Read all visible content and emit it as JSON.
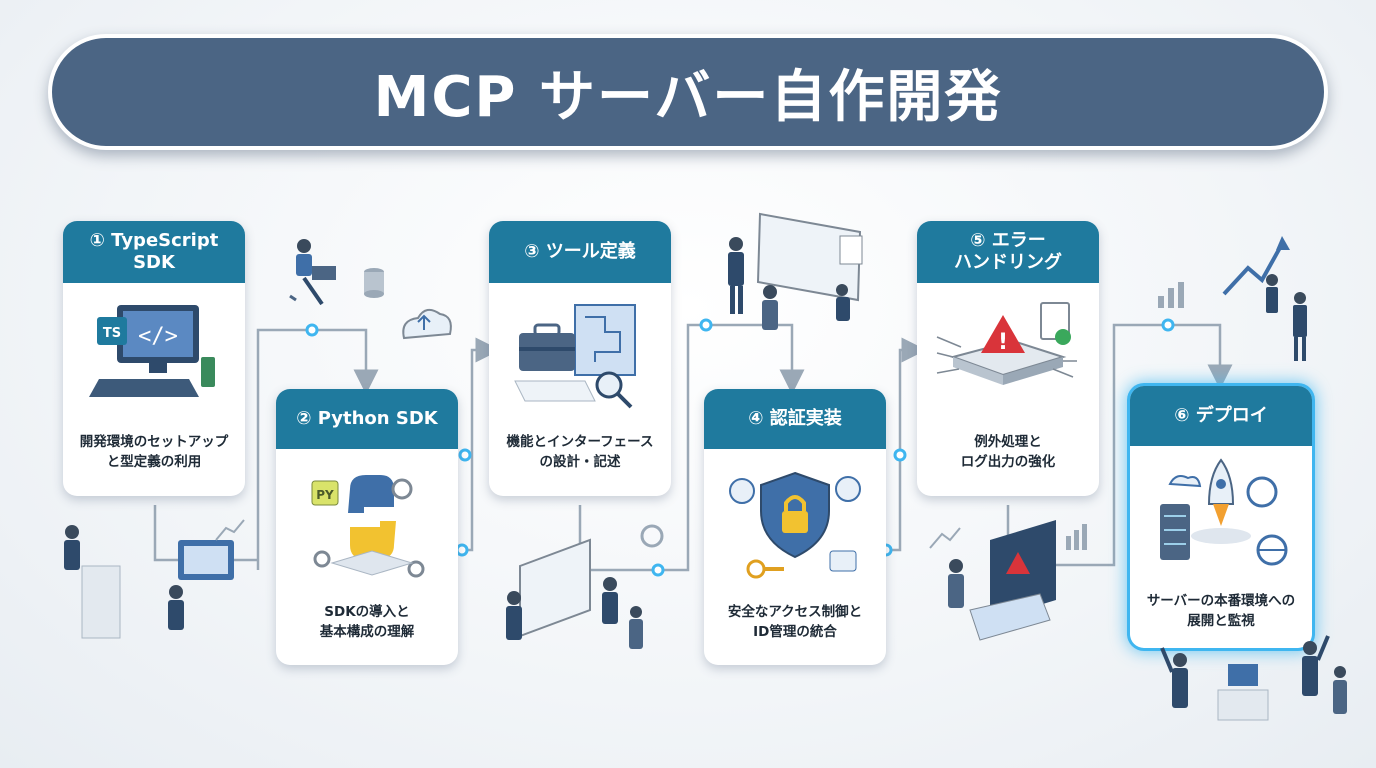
{
  "title": "MCP サーバー自作開発",
  "steps": [
    {
      "heading": "① TypeScript SDK",
      "desc_line1": "開発環境のセットアップ",
      "desc_line2": "と型定義の利用",
      "icon_label": "TS"
    },
    {
      "heading": "② Python SDK",
      "desc_line1": "SDKの導入と",
      "desc_line2": "基本構成の理解",
      "icon_label": "PY"
    },
    {
      "heading": "③ ツール定義",
      "desc_line1": "機能とインターフェース",
      "desc_line2": "の設計・記述"
    },
    {
      "heading": "④ 認証実装",
      "desc_line1": "安全なアクセス制御と",
      "desc_line2": "ID管理の統合"
    },
    {
      "heading": "⑤ エラー ハンドリング",
      "heading_line1": "⑤ エラー",
      "heading_line2": "ハンドリング",
      "desc_line1": "例外処理と",
      "desc_line2": "ログ出力の強化"
    },
    {
      "heading": "⑥ デプロイ",
      "desc_line1": "サーバーの本番環境への",
      "desc_line2": "展開と監視"
    }
  ],
  "colors": {
    "banner": "#4b6584",
    "card_header": "#1f7a9e",
    "connector": "#9aa8b6",
    "node": "#3fb6f0"
  }
}
